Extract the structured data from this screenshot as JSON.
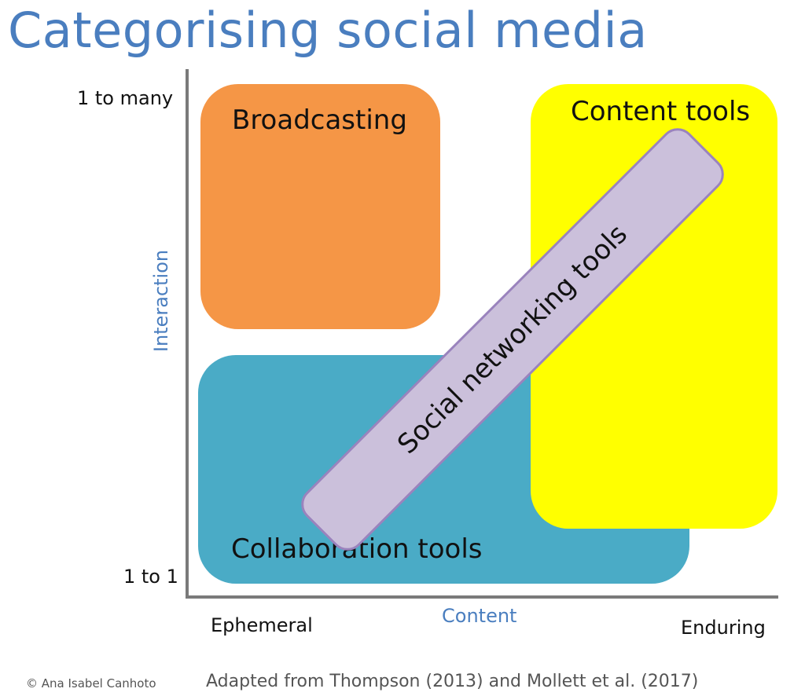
{
  "title": "Categorising social media",
  "axes": {
    "y_title": "Interaction",
    "y_top": "1 to many",
    "y_bottom": "1 to 1",
    "x_title": "Content",
    "x_left": "Ephemeral",
    "x_right": "Enduring"
  },
  "regions": {
    "broadcasting": "Broadcasting",
    "content_tools": "Content tools",
    "collaboration_tools": "Collaboration tools",
    "social_networking_tools": "Social networking tools"
  },
  "colors": {
    "title": "#4a7ebf",
    "broadcasting": "#f59646",
    "collaboration_tools": "#4aabc6",
    "content_tools": "#ffff00",
    "social_networking_tools": "#cbc0db",
    "social_networking_border": "#9a83bd",
    "axis": "#7a7a7a"
  },
  "footer": {
    "copyright": "© Ana Isabel Canhoto",
    "source": "Adapted from Thompson (2013) and Mollett et al. (2017)"
  }
}
